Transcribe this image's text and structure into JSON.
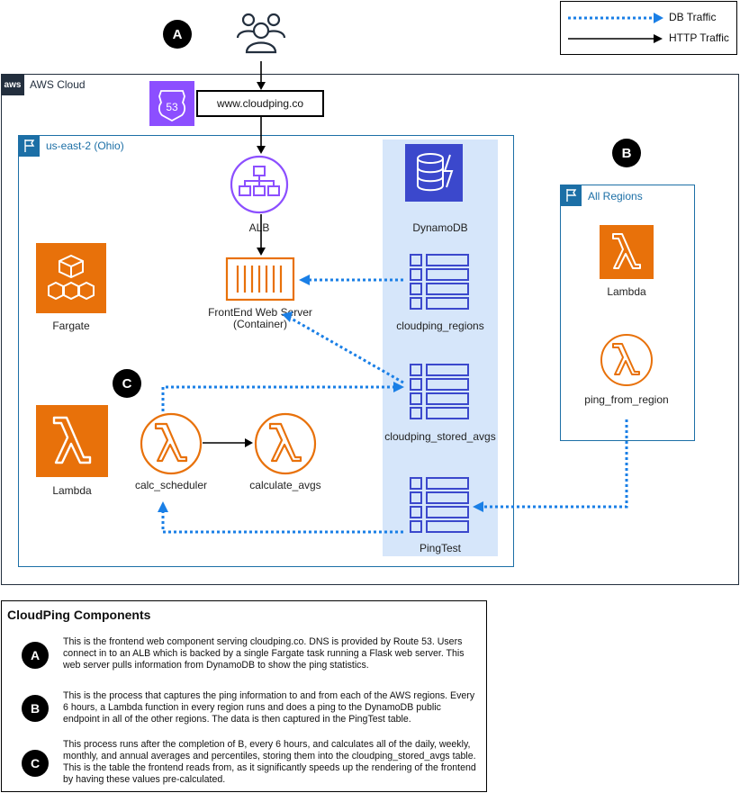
{
  "legend": {
    "db_traffic": "DB Traffic",
    "http_traffic": "HTTP Traffic"
  },
  "colors": {
    "db_traffic": "#1a7fe6",
    "http_traffic": "#000000",
    "region_border": "#1c6fa6",
    "compute_orange": "#e8710a",
    "dynamo_blue": "#3b48cc",
    "route53_purple": "#8c4fff",
    "alb_purple": "#8c4fff",
    "dynamo_panel": "#d6e6fa"
  },
  "diagram": {
    "aws_cloud_label": "AWS Cloud",
    "aws_logo_text": "aws",
    "route53_text": "53",
    "domain_label": "www.cloudping.co",
    "region_label": "us-east-2 (Ohio)",
    "all_regions_label": "All Regions",
    "alb_label": "ALB",
    "frontend_label_line1": "FrontEnd Web Server",
    "frontend_label_line2": "(Container)",
    "fargate_label": "Fargate",
    "lambda_service_label": "Lambda",
    "dynamodb_label": "DynamoDB",
    "table_regions": "cloudping_regions",
    "table_stored_avgs": "cloudping_stored_avgs",
    "table_pingtest": "PingTest",
    "calc_scheduler": "calc_scheduler",
    "calculate_avgs": "calculate_avgs",
    "all_regions_lambda_label": "Lambda",
    "ping_from_region": "ping_from_region",
    "badge_a": "A",
    "badge_b": "B",
    "badge_c": "C"
  },
  "components": {
    "title": "CloudPing Components",
    "items": [
      {
        "badge": "A",
        "text": "This is the frontend web component serving cloudping.co. DNS is provided by Route 53. Users connect in to an ALB which is backed by a single Fargate task running a Flask web server. This web server pulls information from DynamoDB to show the ping statistics."
      },
      {
        "badge": "B",
        "text": "This is the process that captures the ping information to and from each of the AWS regions. Every 6 hours, a Lambda function in every region runs and does a ping to the DynamoDB public endpoint in all of the other regions. The data is then captured in the PingTest table."
      },
      {
        "badge": "C",
        "text": "This process runs after the completion of B, every 6 hours, and calculates all of the daily, weekly, monthly, and annual averages and percentiles, storing them into the cloudping_stored_avgs table. This is the table the frontend reads from, as it significantly speeds up the rendering of the frontend by having these values pre-calculated."
      }
    ]
  }
}
